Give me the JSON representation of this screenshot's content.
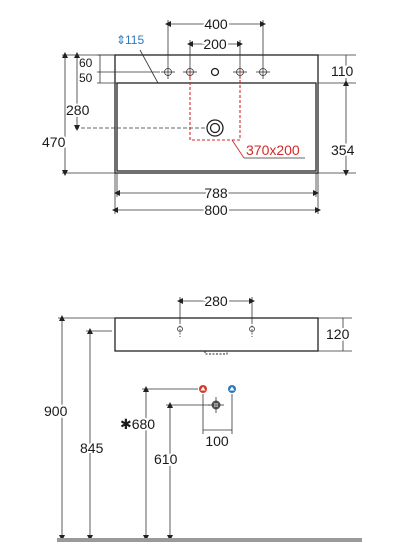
{
  "top_view": {
    "faucet_spacing_outer": "400",
    "faucet_spacing_inner": "200",
    "deck_offset": "115",
    "hole_row_a": "60",
    "hole_row_b": "50",
    "drain_from_back": "280",
    "basin_depth_overall": "470",
    "deck_depth": "110",
    "bowl_depth": "354",
    "cutout_size": "370x200",
    "bowl_width": "788",
    "overall_width": "800"
  },
  "side_view": {
    "fixing_spacing": "280",
    "basin_height": "120",
    "top_height": "900",
    "lower_height": "845",
    "supply_height_note": "✱680",
    "waste_height": "610",
    "supply_spacing": "100"
  },
  "colors": {
    "hot": "#d43a2a",
    "cold": "#2a7ac0",
    "cutout": "#d42a2a",
    "floor": "#9a9a9a"
  }
}
